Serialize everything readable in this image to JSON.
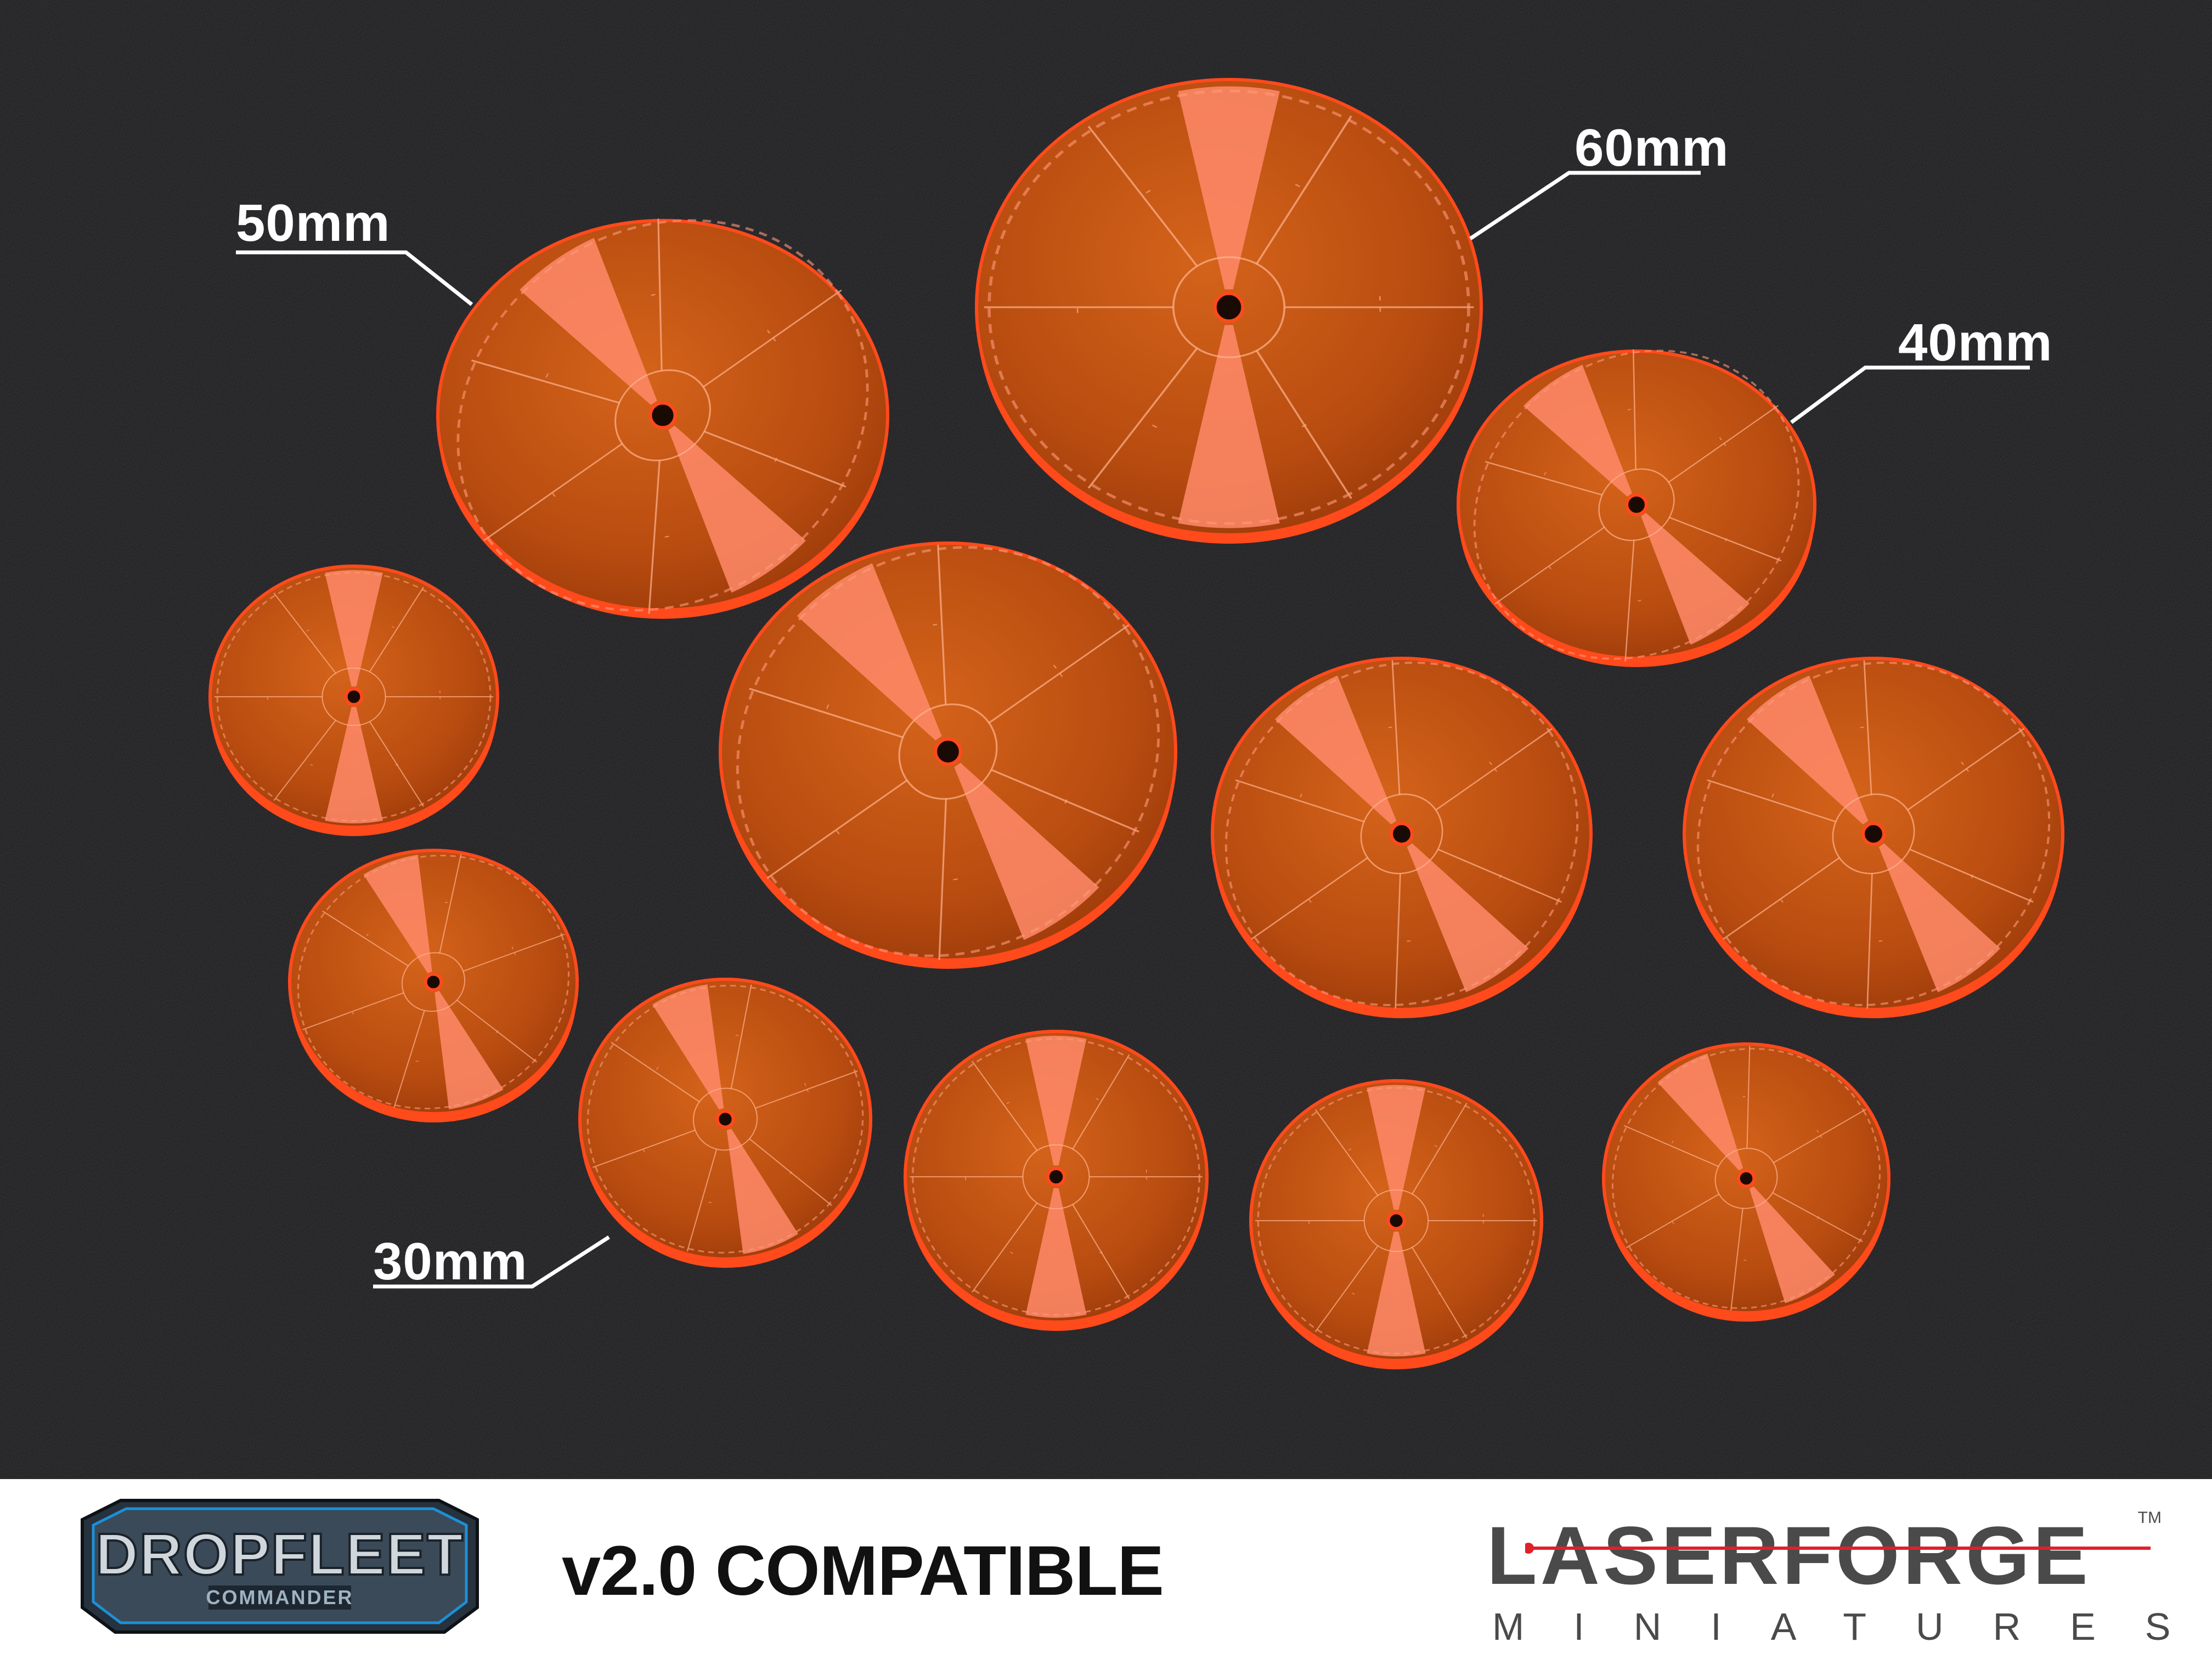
{
  "size_labels": {
    "label_50": "50mm",
    "label_60": "60mm",
    "label_40": "40mm",
    "label_30": "30mm"
  },
  "footer": {
    "compatibility_text": "v2.0 COMPATIBLE",
    "dropfleet_logo": {
      "word": "DROPFLEET",
      "sub": "COMMANDER"
    },
    "laserforge_logo": {
      "word": "LASERFORGE",
      "sub": "MINIATURES",
      "tm": "TM"
    }
  },
  "colors": {
    "background": "#0b0b0d",
    "token_fill": "#c9520e",
    "token_edge": "#ff4a1c",
    "token_highlight": "#ff8a6a",
    "footer": "#ffffff"
  }
}
